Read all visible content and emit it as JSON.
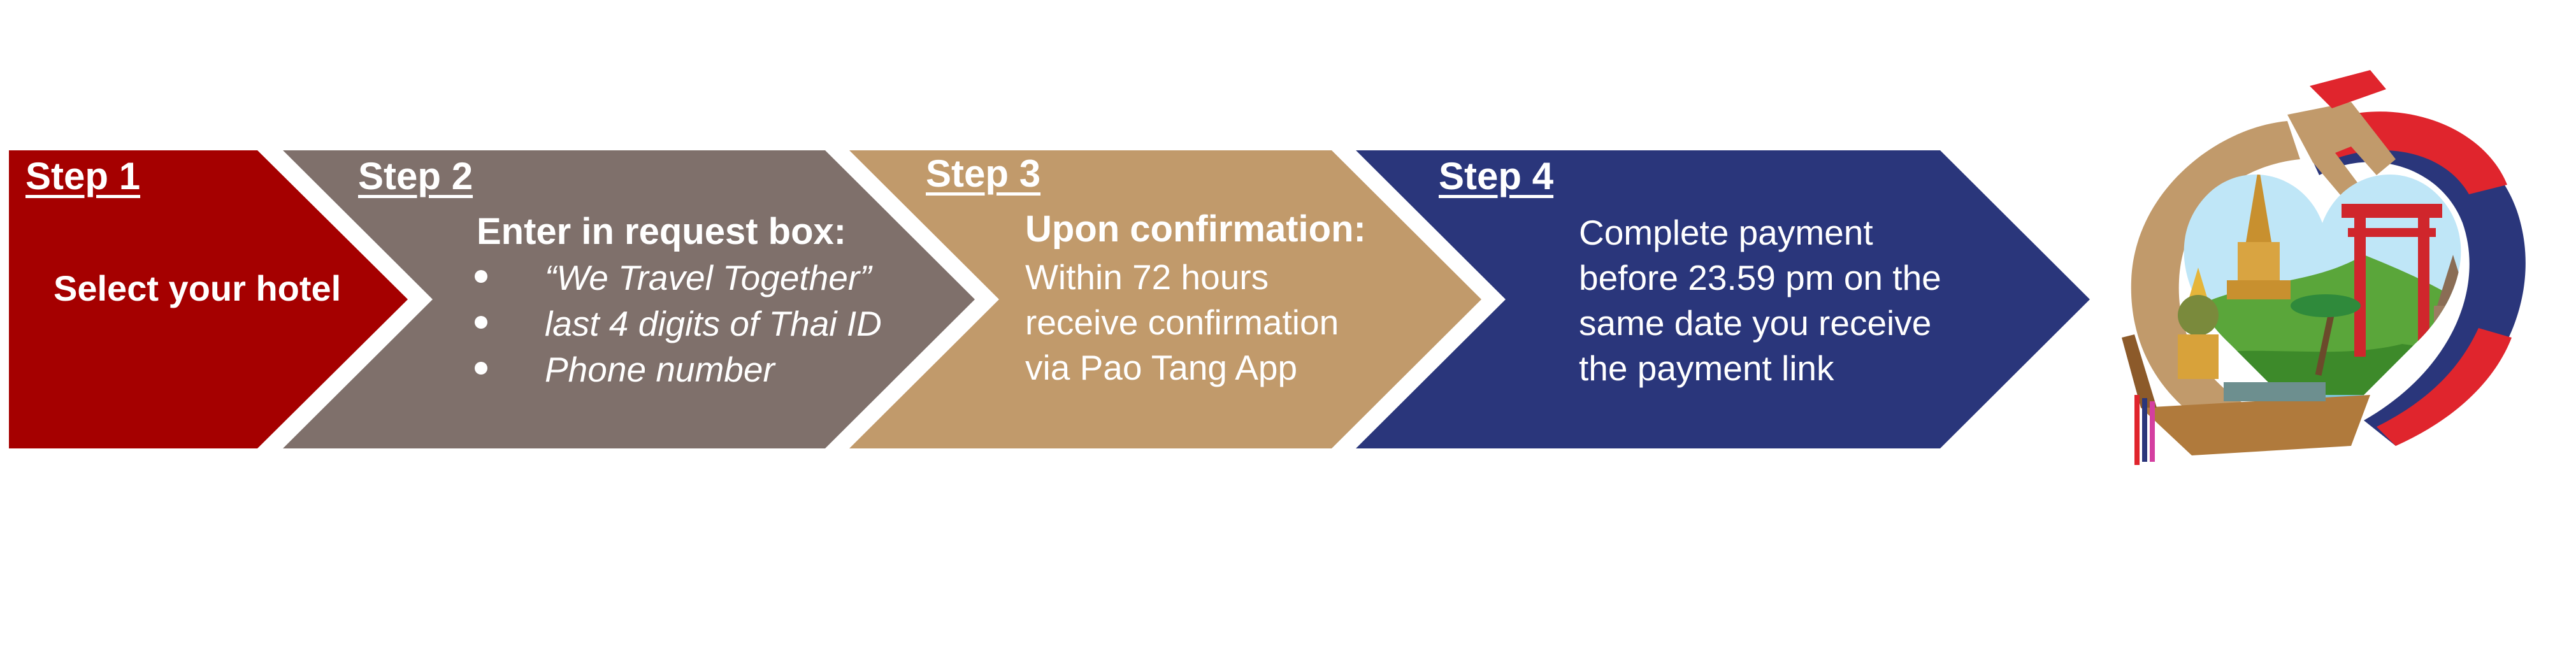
{
  "colors": {
    "step1": "#a50000",
    "step2": "#7f706b",
    "step3": "#c19a6b",
    "step4": "#2a367b",
    "text": "#ffffff"
  },
  "steps": [
    {
      "label": "Step 1",
      "body": "Select your hotel"
    },
    {
      "label": "Step 2",
      "heading": "Enter in request box:",
      "bullets": [
        "“We Travel Together”",
        "last 4 digits of Thai ID",
        "Phone number"
      ]
    },
    {
      "label": "Step 3",
      "heading": "Upon confirmation:",
      "lines": [
        "Within 72 hours",
        "receive confirmation",
        "via Pao Tang App"
      ]
    },
    {
      "label": "Step 4",
      "lines": [
        "Complete payment",
        "before 23.59 pm on the",
        "same date you receive",
        "the payment link"
      ]
    }
  ],
  "logo": {
    "icon": "handshake-heart-thailand-logo-icon"
  }
}
